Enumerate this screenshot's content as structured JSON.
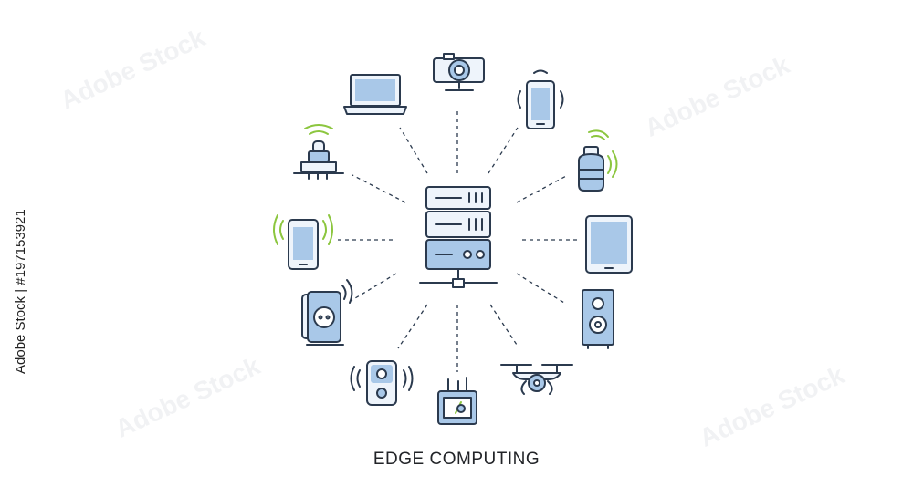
{
  "title": "EDGE COMPUTING",
  "stock_id": "Adobe Stock | #197153921",
  "watermark": "Adobe Stock",
  "colors": {
    "stroke": "#2b3a4e",
    "fill_blue": "#a9c8e8",
    "fill_light": "#eef4fb",
    "signal_green": "#8cc63f",
    "signal_gray": "#2b3a4e",
    "dash": "#2b3a4e"
  },
  "nodes": [
    {
      "id": "server-icon"
    },
    {
      "id": "laptop-icon"
    },
    {
      "id": "webcam-icon"
    },
    {
      "id": "smartphone-icon"
    },
    {
      "id": "smart-bottle-icon"
    },
    {
      "id": "tablet-icon"
    },
    {
      "id": "speaker-icon"
    },
    {
      "id": "drone-icon"
    },
    {
      "id": "router-icon"
    },
    {
      "id": "smart-speaker-icon"
    },
    {
      "id": "smart-socket-icon"
    },
    {
      "id": "phone-wireless-icon"
    },
    {
      "id": "wireless-sensor-icon"
    }
  ]
}
